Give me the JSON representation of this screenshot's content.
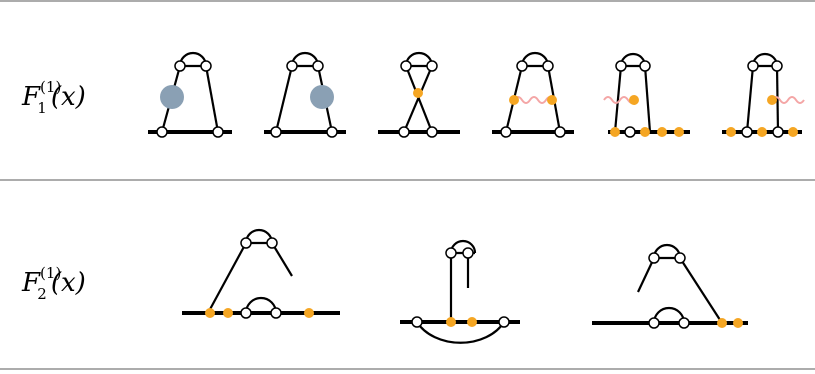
{
  "rows": [
    {
      "label": {
        "base": "F",
        "sub": "1",
        "sup": "(1)",
        "args": "(x)"
      },
      "diagram_count": 6
    },
    {
      "label": {
        "base": "F",
        "sub": "2",
        "sup": "(1)",
        "args": "(x)"
      },
      "diagram_count": 3
    }
  ],
  "colors": {
    "line": "#000000",
    "separator": "#7a7a7a",
    "vertex_fill": "#ffffff",
    "insertion": "#f5a623",
    "blob": "#8aa0b4",
    "photon": "#f4a6a6"
  }
}
